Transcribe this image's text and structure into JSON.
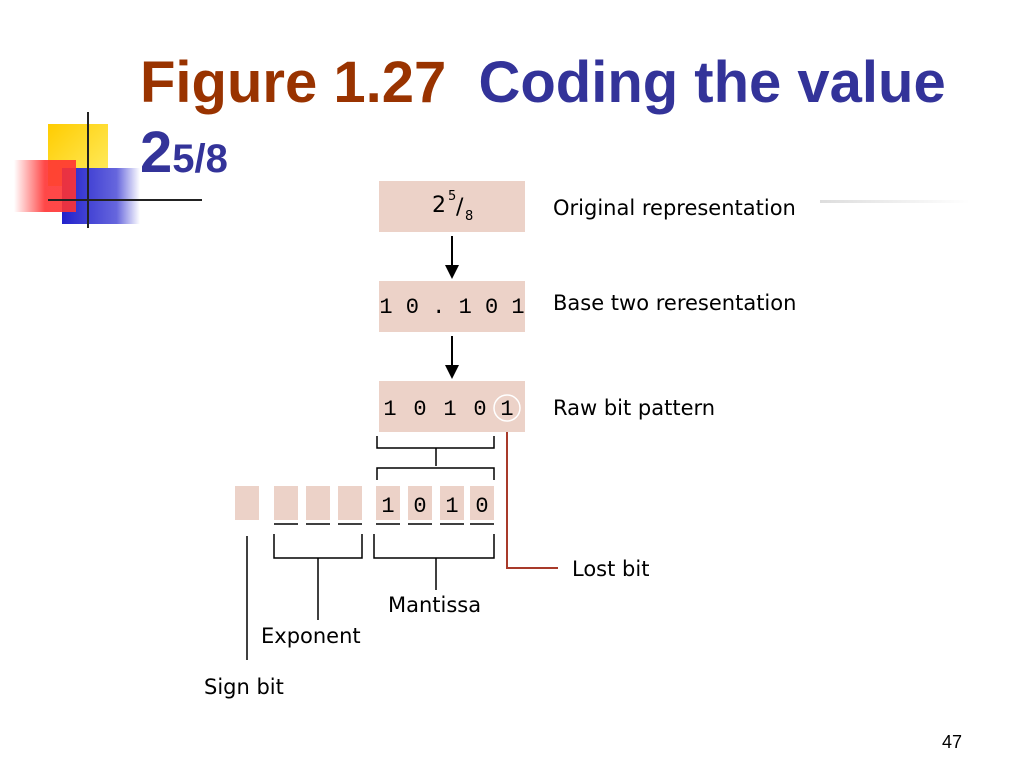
{
  "slide": {
    "title_prefix": "Figure 1.27",
    "title_text": "Coding the value 2",
    "title_fraction": "5/8",
    "page_number": "47"
  },
  "diagram": {
    "original_whole": "2",
    "original_numerator": "5",
    "original_denominator": "8",
    "original_label": "Original representation",
    "base_two_value": "1 0 . 1 0 1",
    "base_two_label": "Base two reresentation",
    "raw_bits": [
      "1",
      "0",
      "1",
      "0",
      "1"
    ],
    "raw_label": "Raw bit pattern",
    "mantissa_bits": [
      "1",
      "0",
      "1",
      "0"
    ],
    "lost_bit_label": "Lost bit",
    "mantissa_label": "Mantissa",
    "exponent_label": "Exponent",
    "sign_bit_label": "Sign bit"
  },
  "colors": {
    "title_prefix": "#993300",
    "title_text": "#333399",
    "box_fill": "#ecd2c8",
    "lost_bit_line": "#a83a2a"
  }
}
